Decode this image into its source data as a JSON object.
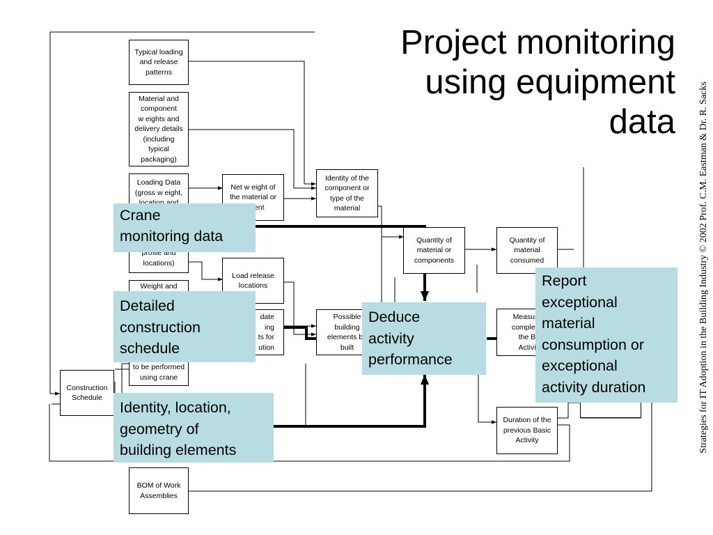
{
  "title": "Project monitoring\nusing equipment\ndata",
  "credit": "Strategies for IT Adoption in the Building Industry © 2002 Prof. C.M. Eastman  & Dr. R. Sacks",
  "boxes": {
    "typical_loading": "Typical loading\nand release\npatterns",
    "material_weights": "Material and\ncomponent\nw eights and\ndelivery details\n(including\ntypical\npackaging)",
    "loading_data": "Loading Data\n(gross w eight,\nlocation and",
    "profile_locations": "profile and\nlocations)",
    "weight_and": "Weight and",
    "to_be_performed": "to be performed\nusing crane",
    "construction_schedule": "Construction\nSchedule",
    "bom": "BOM of Work\nAssemblies",
    "net_weight": "Net w eight of\nthe material or\nponent",
    "load_release": "Load release\nlocations",
    "candidate": "date\ning\nts for\nution",
    "identity_component": "Identity of the\ncomponent or\ntype of the\nmaterial",
    "possible_elements": "Possible\nbuilding\nelements be\nbuilt",
    "quantity_components": "Quantity of\nmaterial or\ncomponents",
    "quantity_consumed": "Quantity of\nmaterial\nconsumed",
    "measured_completion": "Measure\ncompletic\nthe B\nActivi",
    "duration_previous": "Duration of the\nprevious Basic\nActivity"
  },
  "callouts": {
    "crane": "Crane\nmonitoring data",
    "schedule": "Detailed\nconstruction\nschedule",
    "identity": "Identity, location,\ngeometry of\nbuilding elements",
    "deduce": "Deduce\nactivity\nperformance",
    "report": "Report\nexceptional\nmaterial\nconsumption or\nexceptional\nactivity duration"
  }
}
